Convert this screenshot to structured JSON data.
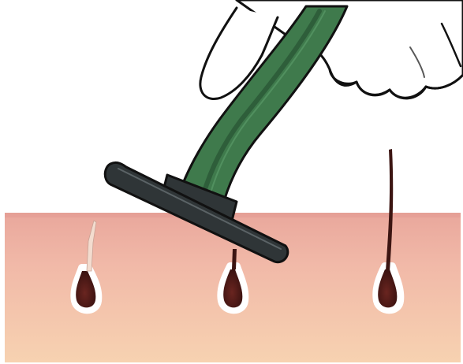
{
  "illustration": {
    "subject": "razor-shaving-skin",
    "icons": {
      "razor": "razor-icon",
      "hand": "hand-icon",
      "hair": "hair-follicle-icon"
    },
    "colors": {
      "background": "#ffffff",
      "skin_top": "#e9a79c",
      "skin_bottom": "#f7d2b1",
      "razor_handle": "#3f7a4c",
      "razor_handle_dark": "#2e5e3a",
      "razor_head": "#2f3537",
      "hair": "#3c1512",
      "hair_bulb": "#5a1f1a",
      "glove": "#ffffff",
      "outline": "#111111"
    },
    "follicles": [
      {
        "state": "shaved-partial"
      },
      {
        "state": "shaved-under-razor"
      },
      {
        "state": "full-length"
      }
    ]
  }
}
